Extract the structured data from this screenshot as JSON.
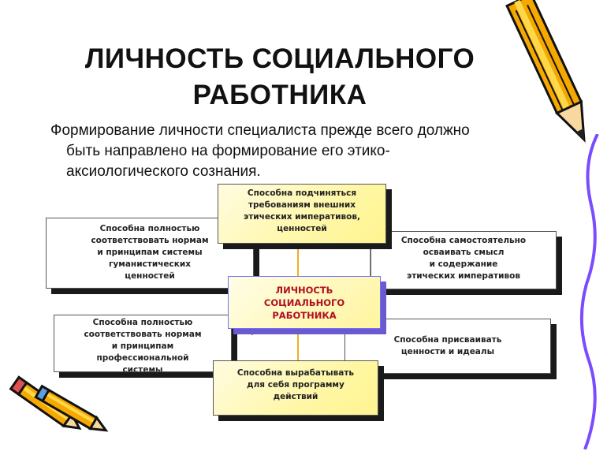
{
  "title": {
    "line1": "ЛИЧНОСТЬ СОЦИАЛЬНОГО",
    "line2": "РАБОТНИКА"
  },
  "subtitle": {
    "line1": "Формирование личности специалиста прежде всего должно",
    "line2": "быть направлено на формирование его этико-",
    "line3": "аксиологического сознания."
  },
  "center": {
    "line1": "ЛИЧНОСТЬ",
    "line2": "СОЦИАЛЬНОГО",
    "line3": "РАБОТНИКА"
  },
  "boxes": {
    "top": [
      "Способна подчиняться",
      "требованиям внешних",
      "этических императивов,",
      "ценностей"
    ],
    "left_top": [
      "Способна полностью",
      "соответствовать нормам",
      "и принципам системы",
      "гуманистических",
      "ценностей"
    ],
    "right_top": [
      "Способна самостоятельно",
      "осваивать смысл",
      "и содержание",
      "этических императивов"
    ],
    "left_bottom": [
      "Способна полностью",
      "соответствовать нормам",
      "и принципам",
      "профессиональной",
      "системы"
    ],
    "right_bottom": [
      "Способна присваивать",
      "ценности и идеалы"
    ],
    "bottom": [
      "Способна вырабатывать",
      "для себя программу",
      "действий"
    ]
  },
  "colors": {
    "accent_text": "#b01020",
    "box_yellow": "#fff7a8",
    "connector": "#f0b020",
    "center_shadow": "#6a5acd"
  },
  "icons": [
    "pencil-icon",
    "pencil-icon",
    "pencil-icon"
  ]
}
